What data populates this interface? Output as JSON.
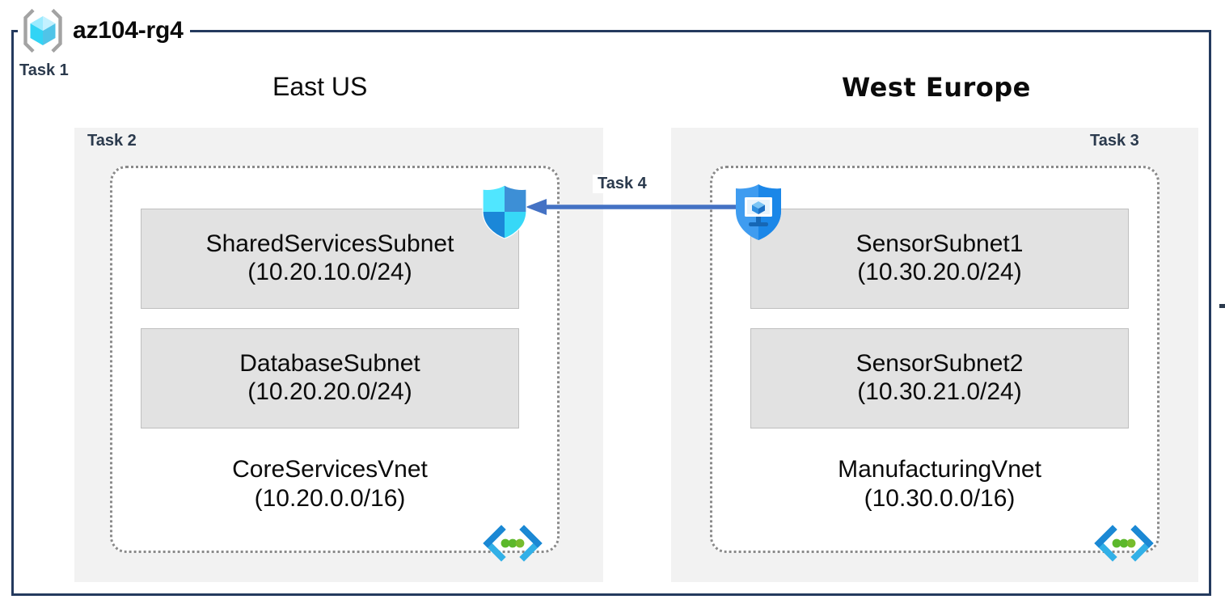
{
  "resource_group": {
    "name": "az104-rg4",
    "icon": "resource-group-cube-icon",
    "frame_color": "#243a5e"
  },
  "tasks": [
    {
      "id": "task1",
      "label": "Task 1",
      "target": "resource-group"
    },
    {
      "id": "task2",
      "label": "Task 2",
      "target": "east-us-region"
    },
    {
      "id": "task3",
      "label": "Task 3",
      "target": "west-europe-region"
    },
    {
      "id": "task4",
      "label": "Task 4",
      "target": "vnet-peering"
    }
  ],
  "regions": [
    {
      "id": "east-us",
      "title": "East US",
      "task_label": "Task 2",
      "background": "#f2f2f2",
      "vnet": {
        "name": "CoreServicesVnet",
        "cidr": "(10.20.0.0/16)",
        "icon": "vnet-connector-icon",
        "subnets": [
          {
            "name": "SharedServicesSubnet",
            "cidr": "(10.20.10.0/24)"
          },
          {
            "name": "DatabaseSubnet",
            "cidr": "(10.20.20.0/24)"
          }
        ]
      },
      "attached_icon": "nsg-shield-icon"
    },
    {
      "id": "west-europe",
      "title": "West Europe",
      "task_label": "Task 3",
      "background": "#f2f2f2",
      "vnet": {
        "name": "ManufacturingVnet",
        "cidr": "(10.30.0.0/16)",
        "icon": "vnet-connector-icon",
        "subnets": [
          {
            "name": "SensorSubnet1",
            "cidr": "(10.30.20.0/24)"
          },
          {
            "name": "SensorSubnet2",
            "cidr": "(10.30.21.0/24)"
          }
        ]
      },
      "attached_icon": "defender-shield-icon"
    }
  ],
  "connection": {
    "label": "Task 4",
    "direction": "right-to-left",
    "color": "#4472c4",
    "from": "west-europe-vnet",
    "to": "east-us-vnet"
  },
  "colors": {
    "frame": "#243a5e",
    "task_text": "#2b3a4d",
    "region_fill": "#f2f2f2",
    "subnet_fill": "#e2e2e2",
    "subnet_border": "#bfbfbf",
    "vnet_border": "#8a8a8a",
    "arrow": "#4472c4",
    "icon_cyan": "#50e6ff",
    "icon_blue": "#0078d4",
    "icon_green": "#5cb82c"
  }
}
